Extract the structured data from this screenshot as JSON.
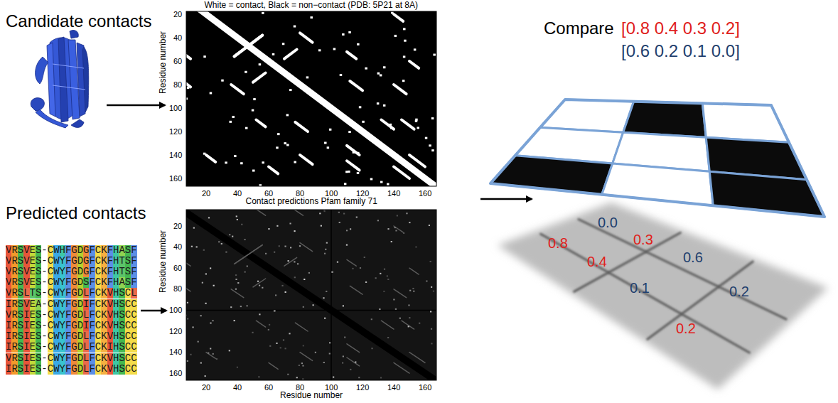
{
  "diagram": {
    "labels": [
      "Candidate contacts",
      "White = contact, Black = non−contact (PDB: 5P21 at 8A)",
      "Compare",
      "[0.8 0.4 0.3 0.2]",
      "[0.6 0.2 0.1 0.0]",
      "Residue number",
      "20",
      "40",
      "60",
      "80",
      "100",
      "120",
      "140",
      "160",
      "20",
      "40",
      "60",
      "80",
      "100",
      "120",
      "140",
      "160",
      "Contact predictions Pfam family 71",
      "Predicted contacts",
      "Residue number",
      "20",
      "40",
      "60",
      "80",
      "100",
      "120",
      "140",
      "160",
      "VRSVES-CWHFGDGFCKFHASF",
      "VRSVES-CWYFGDGFCKFHTSF",
      "VRSVES-CWYFGDGFCKFHTSF",
      "VRSVES-CWYFGDSFCKFHASF",
      "VRSLTS-CWYFGDLFCKVHSCL",
      "IRSVEA-CWYFGDIFCKVHSCC",
      "VRSIES-CWYFGDLFCKVHSCC",
      "IRSIES-CWYFGDIFCKVHSCC",
      "IRSIES-CWYFGDLFCKVHSCC",
      "IRSIES-CWYFGDLFCKIHSCC",
      "VRSIES-CWYFGDLFCKVHSCC",
      "IRSIES-CWYFGDLFCKVHSCC",
      "0.0",
      "0.8",
      "0.3",
      "0.4",
      "0.6",
      "0.1",
      "0.2",
      "0.2",
      "20",
      "40",
      "60",
      "80",
      "100",
      "120",
      "140",
      "160",
      "Residue number"
    ]
  }
}
